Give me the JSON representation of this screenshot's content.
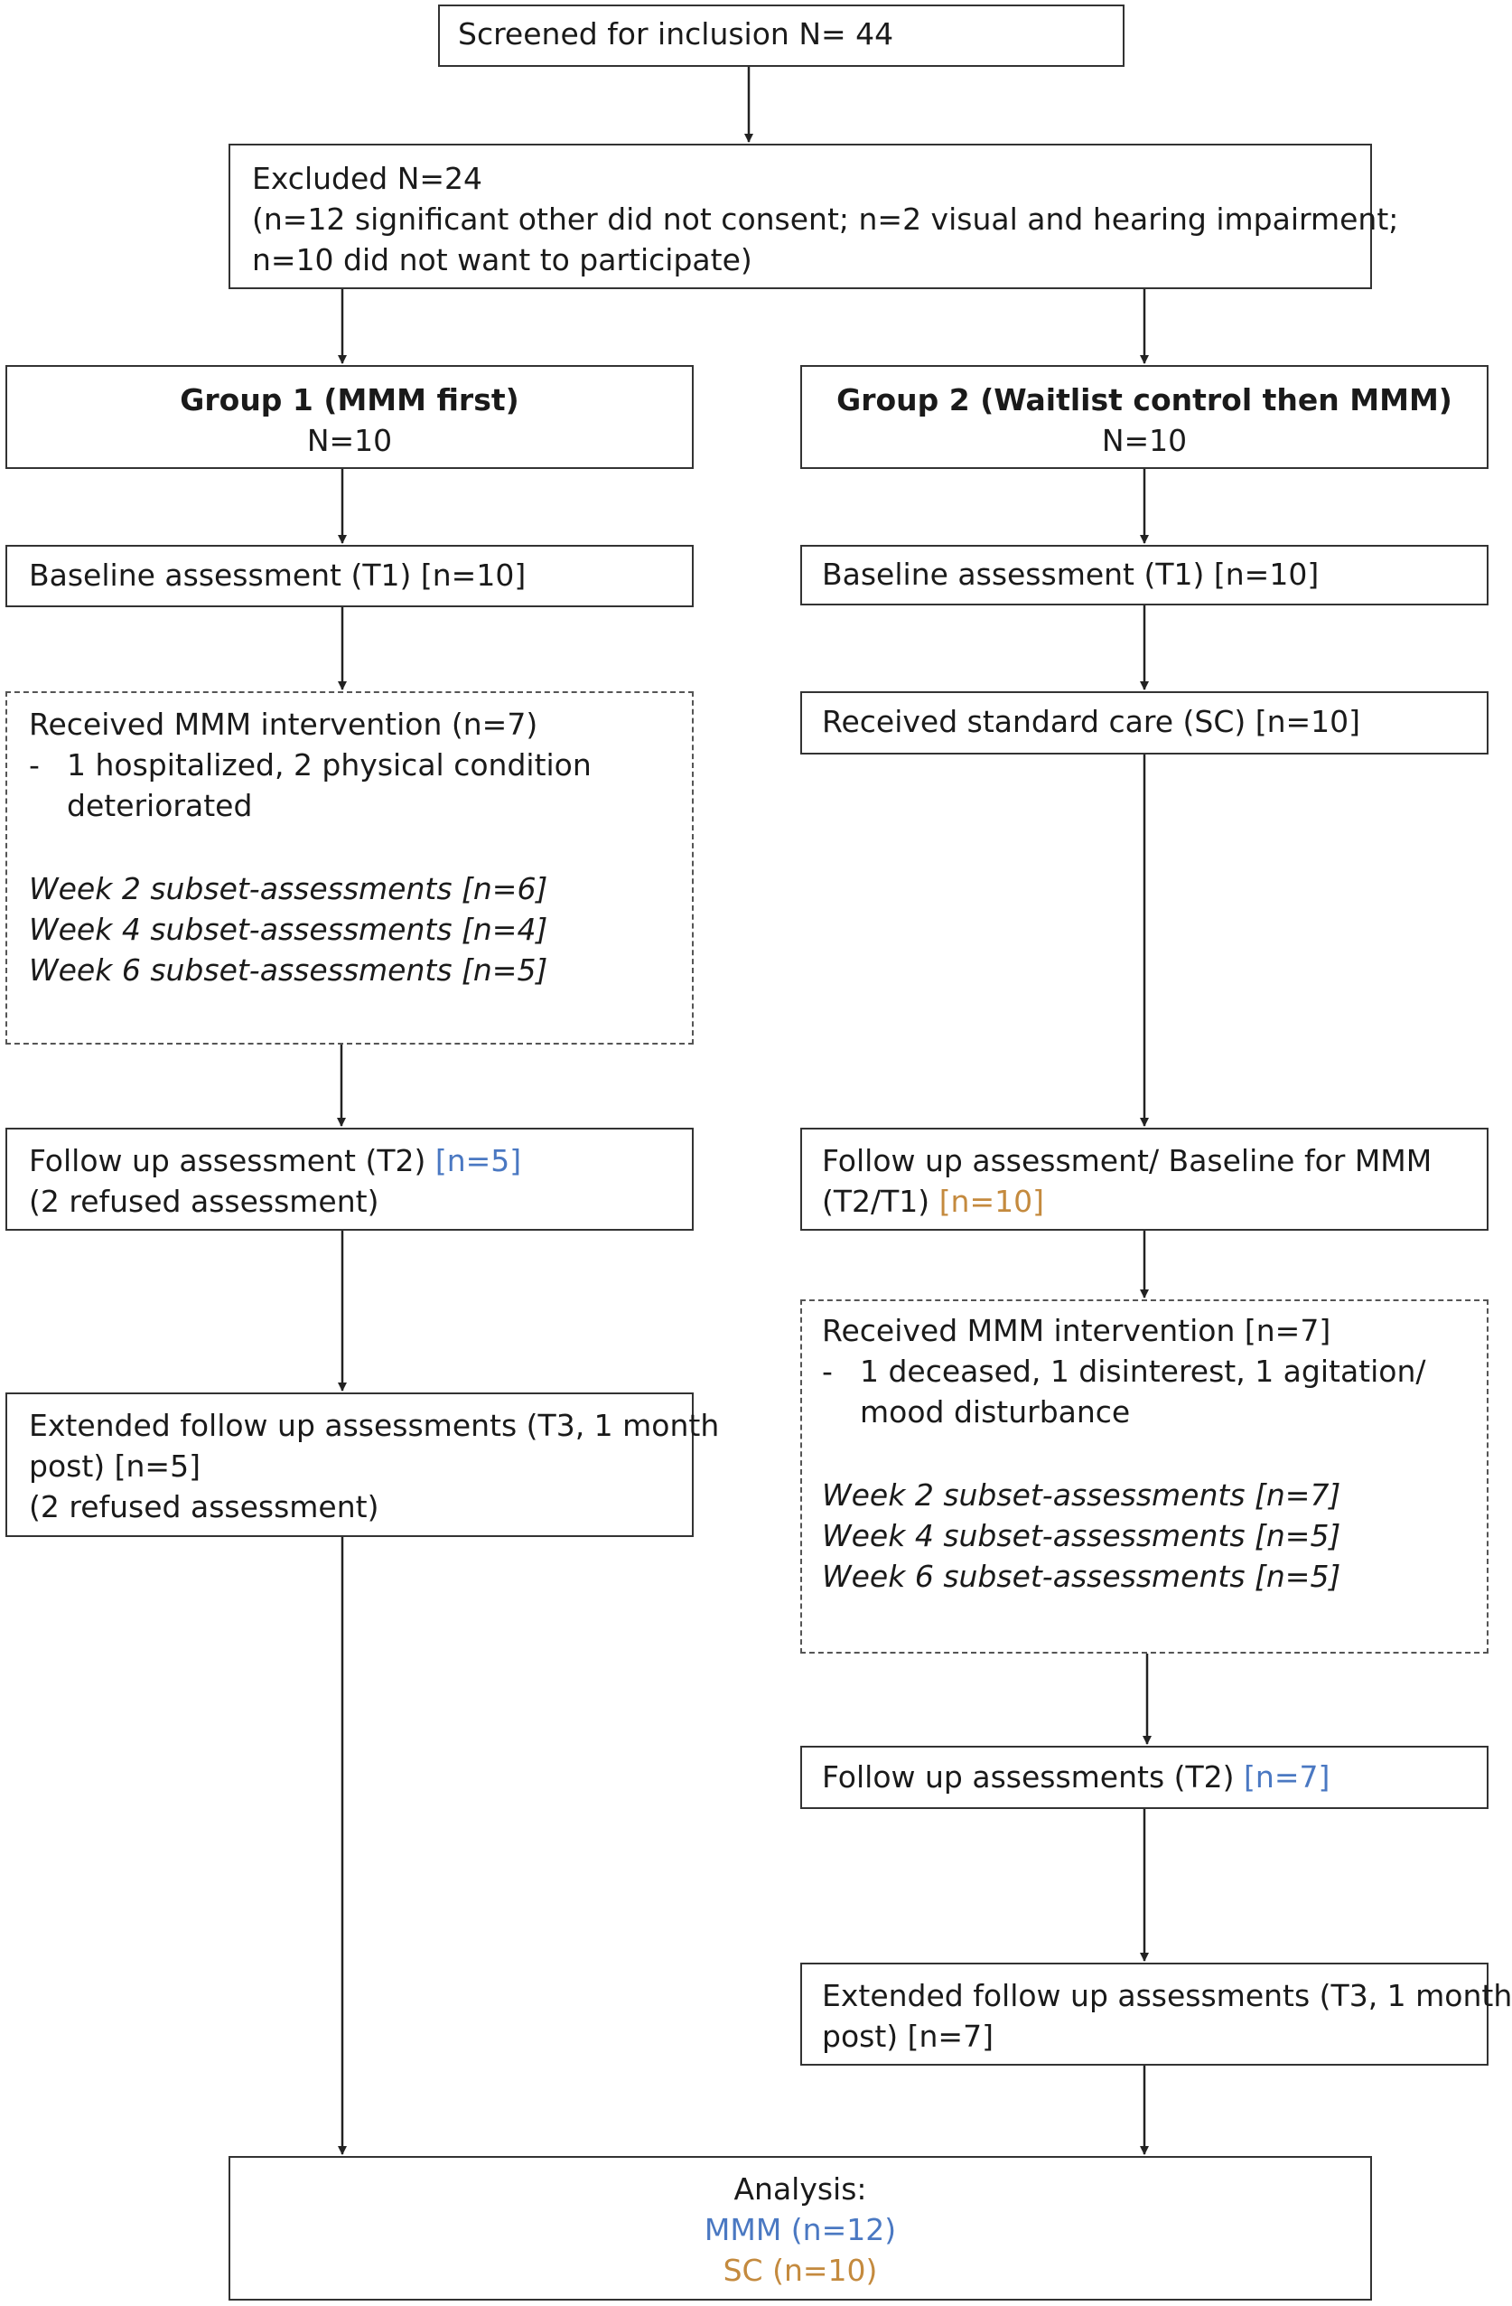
{
  "colors": {
    "border": "#333333",
    "mmm_blue": "#4a78c2",
    "sc_orange": "#c48a3e"
  },
  "screened": {
    "text": "Screened for inclusion N= 44"
  },
  "excluded": {
    "title": "Excluded N=24",
    "line2": "(n=12 significant other did not consent; n=2 visual and hearing impairment;",
    "line3": "n=10 did not want to participate)"
  },
  "group1": {
    "header": {
      "title": "Group 1 (MMM first)",
      "n": "N=10"
    },
    "baseline": "Baseline assessment (T1) [n=10]",
    "intervention": {
      "title": "Received MMM intervention (n=7)",
      "note1": "1 hospitalized, 2 physical condition",
      "note2": "deteriorated",
      "week2": "Week 2 subset-assessments [n=6]",
      "week4": "Week 4 subset-assessments [n=4]",
      "week6": "Week 6 subset-assessments [n=5]"
    },
    "followup": {
      "text": "Follow up assessment (T2)",
      "n": "[n=5]",
      "note": "(2 refused assessment)"
    },
    "extended": {
      "line1": "Extended follow up assessments (T3, 1 month",
      "line2": "post) [n=5]",
      "line3": "(2 refused assessment)"
    }
  },
  "group2": {
    "header": {
      "title": "Group 2 (Waitlist control then MMM)",
      "n": "N=10"
    },
    "baseline": "Baseline assessment (T1) [n=10]",
    "standard_care": "Received standard care (SC) [n=10]",
    "followup_baseline": {
      "line1": "Follow up assessment/ Baseline for MMM",
      "line2": "(T2/T1)",
      "n": "[n=10]"
    },
    "intervention": {
      "title": "Received MMM intervention [n=7]",
      "note1": "1 deceased, 1 disinterest, 1 agitation/",
      "note2": "mood disturbance",
      "week2": "Week 2 subset-assessments [n=7]",
      "week4": "Week 4 subset-assessments [n=5]",
      "week6": "Week 6 subset-assessments [n=5]"
    },
    "followup": {
      "text": "Follow up assessments (T2)",
      "n": "[n=7]"
    },
    "extended": {
      "line1": "Extended follow up assessments (T3, 1 month",
      "line2": "post) [n=7]"
    }
  },
  "analysis": {
    "title": "Analysis:",
    "mmm": "MMM (n=12)",
    "sc": "SC (n=10)"
  }
}
